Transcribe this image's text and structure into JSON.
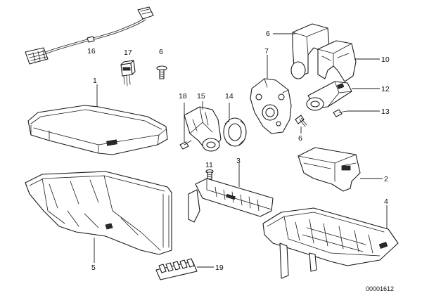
{
  "callouts": [
    {
      "id": "c1",
      "text": "1"
    },
    {
      "id": "c2",
      "text": "2"
    },
    {
      "id": "c3",
      "text": "3"
    },
    {
      "id": "c4",
      "text": "4"
    },
    {
      "id": "c5",
      "text": "5"
    },
    {
      "id": "c6a",
      "text": "6"
    },
    {
      "id": "c6b",
      "text": "6"
    },
    {
      "id": "c6c",
      "text": "6"
    },
    {
      "id": "c7",
      "text": "7"
    },
    {
      "id": "c10",
      "text": "10"
    },
    {
      "id": "c11",
      "text": "11"
    },
    {
      "id": "c12",
      "text": "12"
    },
    {
      "id": "c13",
      "text": "13"
    },
    {
      "id": "c14",
      "text": "14"
    },
    {
      "id": "c15",
      "text": "15"
    },
    {
      "id": "c16",
      "text": "16"
    },
    {
      "id": "c17",
      "text": "17"
    },
    {
      "id": "c18",
      "text": "18"
    },
    {
      "id": "c19",
      "text": "19"
    }
  ],
  "drawing_number": "00001612"
}
